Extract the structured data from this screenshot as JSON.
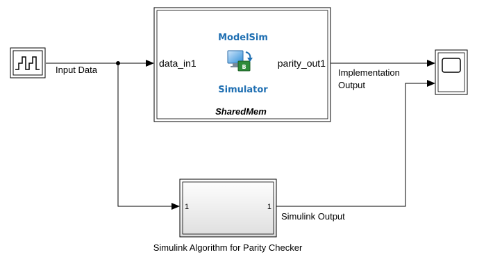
{
  "blocks": {
    "source": {
      "icon": "pulse-generator-icon"
    },
    "cosim": {
      "title_top": "ModelSim",
      "title_bottom": "Simulator",
      "input_port": "data_in1",
      "output_port": "parity_out1",
      "name": "SharedMem",
      "icon": "modelsim-logo-icon"
    },
    "scope": {
      "icon": "scope-icon"
    },
    "subsystem": {
      "input_port": "1",
      "output_port": "1",
      "name": "Simulink Algorithm for Parity Checker"
    }
  },
  "signals": {
    "input_data": "Input Data",
    "impl_output_line1": "Implementation",
    "impl_output_line2": "Output",
    "simulink_output": "Simulink Output"
  },
  "colors": {
    "line": "#000000",
    "block_border": "#000000",
    "block_fill": "#ffffff",
    "subsystem_fill_top": "#ffffff",
    "subsystem_fill_bottom": "#e3e3e3",
    "accent_blue": "#1f6fb2"
  }
}
